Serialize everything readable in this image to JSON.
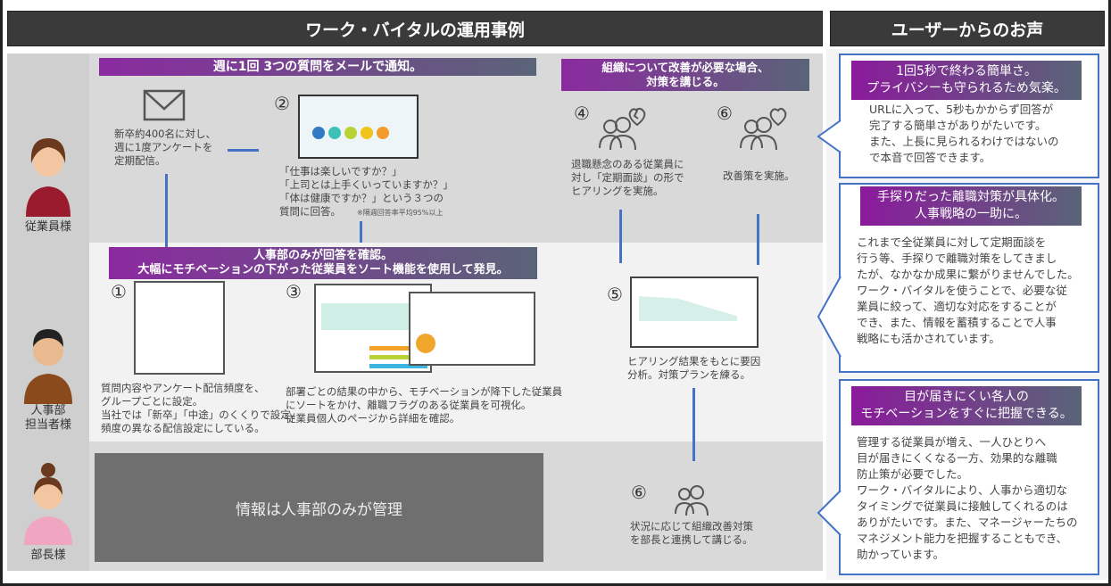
{
  "header": {
    "title": "ワーク・バイタルの運用事例",
    "voices_title": "ユーザーからのお声"
  },
  "personas": [
    {
      "label": "従業員様"
    },
    {
      "label": "人事部\n担当者様"
    },
    {
      "label": "部長様"
    }
  ],
  "row1": {
    "band": "週に1回 3つの質問をメールで通知。",
    "mail_text": "新卒約400名に対し、\n週に1度アンケートを\n定期配信。",
    "step2_num": "②",
    "step2_text": "「仕事は楽しいですか？」\n「上司とは上手くいっていますか？」\n「体は健康ですか？」という３つの\n質問に回答。",
    "step2_note": "※隔週回答率平均95%以上"
  },
  "row2": {
    "band": "人事部のみが回答を確認。\n大幅にモチベーションの下がった従業員をソート機能を使用して発見。",
    "step1_num": "①",
    "step1_text": "質問内容やアンケート配信頻度を、\nグループごとに設定。\n当社では「新卒」「中途」のくくりで設定。\n頻度の異なる配信設定にしている。",
    "step3_num": "③",
    "step3_text": "部署ごとの結果の中から、モチベーションが降下した従業員\nにソートをかけ、離職フラグのある従業員を可視化。\n従業員個人のページから詳細を確認。"
  },
  "row3": {
    "managed_text": "情報は人事部のみが管理"
  },
  "org": {
    "band": "組織について改善が必要な場合、\n対策を講じる。",
    "step4_num": "④",
    "step4_text": "退職懸念のある従業員に\n対し「定期面談」の形で\nヒアリングを実施。",
    "step6a_num": "⑥",
    "step6a_text": "改善策を実施。",
    "step5_num": "⑤",
    "step5_text": "ヒアリング結果をもとに要因\n分析。対策プランを練る。",
    "step6b_num": "⑥",
    "step6b_text": "状況に応じて組織改善対策\nを部長と連携して講じる。"
  },
  "voices": [
    {
      "title": "1回5秒で終わる簡単さ。\nプライバシーも守られるため気楽。",
      "body": "URLに入って、5秒もかからず回答が\n完了する簡単さがありがたいです。\nまた、上長に見られるわけではないの\nで本音で回答できます。"
    },
    {
      "title": "手探りだった離職対策が具体化。\n人事戦略の一助に。",
      "body": "これまで全従業員に対して定期面談を\n行う等、手探りで離職対策をしてきまし\nたが、なかなか成果に繋がりませんでした。\nワーク・バイタルを使うことで、必要な従\n業員に絞って、適切な対応をすることが\nでき、また、情報を蓄積することで人事\n戦略にも活かされています。"
    },
    {
      "title": "目が届きにくい各人の\nモチベーションをすぐに把握できる。",
      "body": "管理する従業員が増え、一人ひとりへ\n目が届きにくくなる一方、効果的な離職\n防止策が必要でした。\nワーク・バイタルにより、人事から適切な\nタイミングで従業員に接触してくれるのは\nありがたいです。また、マネージャーたちの\nマネジメント能力を把握することもでき、\n助かっています。"
    }
  ],
  "colors": {
    "accent": "#4472c4",
    "band_start": "#8b2aa0",
    "header": "#3a3a3a"
  }
}
